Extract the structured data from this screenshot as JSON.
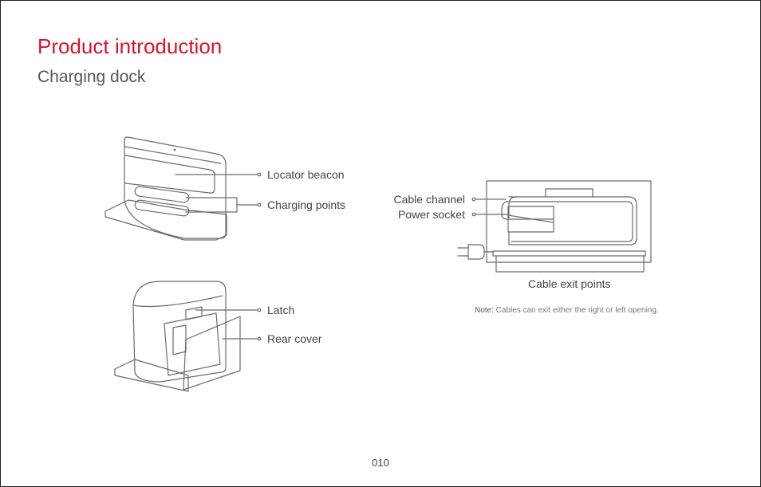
{
  "header": {
    "title": "Product introduction",
    "subtitle": "Charging dock"
  },
  "labels": {
    "locator_beacon": "Locator beacon",
    "charging_points": "Charging points",
    "latch": "Latch",
    "rear_cover": "Rear cover",
    "cable_channel": "Cable channel",
    "power_socket": "Power socket",
    "cable_exit_points": "Cable exit points"
  },
  "note": {
    "prefix": "Note:",
    "text": "Cables can exit either the right or left opening."
  },
  "footer": {
    "page_number": "010"
  },
  "colors": {
    "title": "#d4152e",
    "text": "#444444",
    "line": "#666666"
  }
}
